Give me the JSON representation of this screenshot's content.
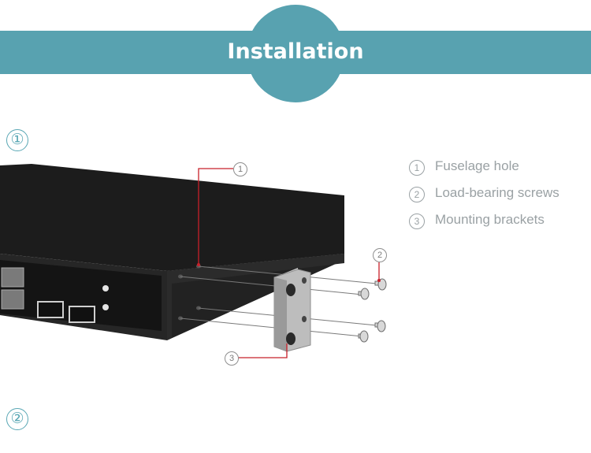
{
  "header": {
    "title": "Installation",
    "accent_color": "#58a2b0"
  },
  "steps": [
    {
      "label": "①"
    },
    {
      "label": "②"
    }
  ],
  "legend": [
    {
      "num": "1",
      "text": "Fuselage hole"
    },
    {
      "num": "2",
      "text": "Load-bearing screws"
    },
    {
      "num": "3",
      "text": "Mounting brackets"
    }
  ],
  "callouts": {
    "hole": "1",
    "screw": "2",
    "bracket": "3"
  },
  "colors": {
    "device": "#1f1f1f",
    "leader_line": "#c8202a",
    "bracket": "#9a9a9a"
  }
}
